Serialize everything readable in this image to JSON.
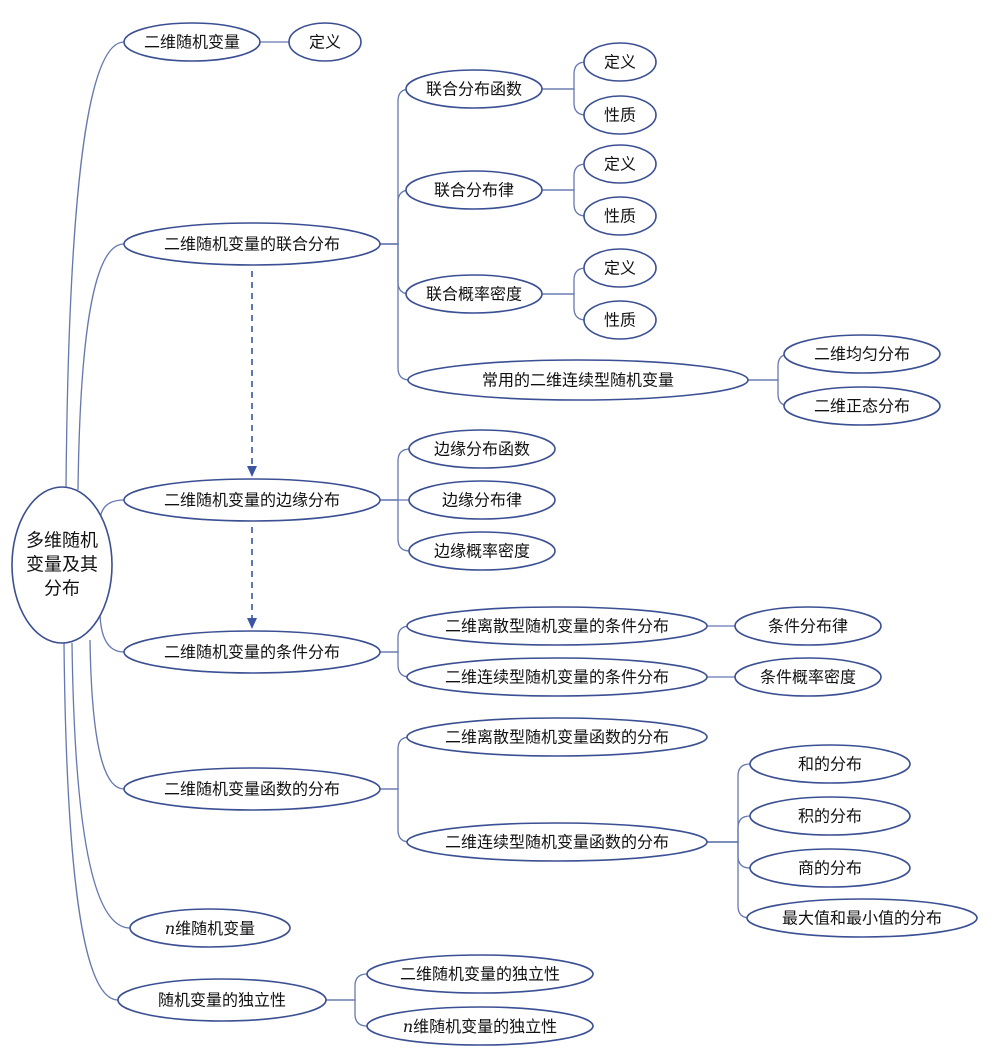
{
  "diagram": {
    "colors": {
      "stroke": "#3b4f93",
      "edge": "#6678b0",
      "text": "#111111",
      "background": "#ffffff"
    },
    "nodes": [
      {
        "id": "root",
        "label_lines": [
          "多维随机",
          "变量及其",
          "分布"
        ],
        "shape": "ellipse"
      },
      {
        "id": "a1",
        "label": "二维随机变量"
      },
      {
        "id": "a1_1",
        "label": "定义"
      },
      {
        "id": "a2",
        "label": "二维随机变量的联合分布"
      },
      {
        "id": "a2_1",
        "label": "联合分布函数"
      },
      {
        "id": "a2_1_1",
        "label": "定义"
      },
      {
        "id": "a2_1_2",
        "label": "性质"
      },
      {
        "id": "a2_2",
        "label": "联合分布律"
      },
      {
        "id": "a2_2_1",
        "label": "定义"
      },
      {
        "id": "a2_2_2",
        "label": "性质"
      },
      {
        "id": "a2_3",
        "label": "联合概率密度"
      },
      {
        "id": "a2_3_1",
        "label": "定义"
      },
      {
        "id": "a2_3_2",
        "label": "性质"
      },
      {
        "id": "a2_4",
        "label": "常用的二维连续型随机变量"
      },
      {
        "id": "a2_4_1",
        "label": "二维均匀分布"
      },
      {
        "id": "a2_4_2",
        "label": "二维正态分布"
      },
      {
        "id": "a3",
        "label": "二维随机变量的边缘分布"
      },
      {
        "id": "a3_1",
        "label": "边缘分布函数"
      },
      {
        "id": "a3_2",
        "label": "边缘分布律"
      },
      {
        "id": "a3_3",
        "label": "边缘概率密度"
      },
      {
        "id": "a4",
        "label": "二维随机变量的条件分布"
      },
      {
        "id": "a4_1",
        "label": "二维离散型随机变量的条件分布"
      },
      {
        "id": "a4_1_1",
        "label": "条件分布律"
      },
      {
        "id": "a4_2",
        "label": "二维连续型随机变量的条件分布"
      },
      {
        "id": "a4_2_1",
        "label": "条件概率密度"
      },
      {
        "id": "a5",
        "label": "二维随机变量函数的分布"
      },
      {
        "id": "a5_1",
        "label": "二维离散型随机变量函数的分布"
      },
      {
        "id": "a5_2",
        "label": "二维连续型随机变量函数的分布"
      },
      {
        "id": "a5_2_1",
        "label": "和的分布"
      },
      {
        "id": "a5_2_2",
        "label": "积的分布"
      },
      {
        "id": "a5_2_3",
        "label": "商的分布"
      },
      {
        "id": "a5_2_4",
        "label": "最大值和最小值的分布"
      },
      {
        "id": "a6",
        "label_italic": "n",
        "label": "维随机变量"
      },
      {
        "id": "a7",
        "label": "随机变量的独立性"
      },
      {
        "id": "a7_1",
        "label": "二维随机变量的独立性"
      },
      {
        "id": "a7_2",
        "label_italic": "n",
        "label": "维随机变量的独立性"
      }
    ],
    "edges": [
      [
        "root",
        "a1"
      ],
      [
        "root",
        "a2"
      ],
      [
        "root",
        "a3"
      ],
      [
        "root",
        "a4"
      ],
      [
        "root",
        "a5"
      ],
      [
        "root",
        "a6"
      ],
      [
        "root",
        "a7"
      ],
      [
        "a1",
        "a1_1"
      ],
      [
        "a2",
        "a2_1"
      ],
      [
        "a2",
        "a2_2"
      ],
      [
        "a2",
        "a2_3"
      ],
      [
        "a2",
        "a2_4"
      ],
      [
        "a2_1",
        "a2_1_1"
      ],
      [
        "a2_1",
        "a2_1_2"
      ],
      [
        "a2_2",
        "a2_2_1"
      ],
      [
        "a2_2",
        "a2_2_2"
      ],
      [
        "a2_3",
        "a2_3_1"
      ],
      [
        "a2_3",
        "a2_3_2"
      ],
      [
        "a2_4",
        "a2_4_1"
      ],
      [
        "a2_4",
        "a2_4_2"
      ],
      [
        "a3",
        "a3_1"
      ],
      [
        "a3",
        "a3_2"
      ],
      [
        "a3",
        "a3_3"
      ],
      [
        "a4",
        "a4_1"
      ],
      [
        "a4",
        "a4_2"
      ],
      [
        "a4_1",
        "a4_1_1"
      ],
      [
        "a4_2",
        "a4_2_1"
      ],
      [
        "a5",
        "a5_1"
      ],
      [
        "a5",
        "a5_2"
      ],
      [
        "a5_2",
        "a5_2_1"
      ],
      [
        "a5_2",
        "a5_2_2"
      ],
      [
        "a5_2",
        "a5_2_3"
      ],
      [
        "a5_2",
        "a5_2_4"
      ],
      [
        "a7",
        "a7_1"
      ],
      [
        "a7",
        "a7_2"
      ]
    ],
    "flow_arrows": [
      [
        "a2",
        "a3"
      ],
      [
        "a3",
        "a4"
      ]
    ]
  }
}
